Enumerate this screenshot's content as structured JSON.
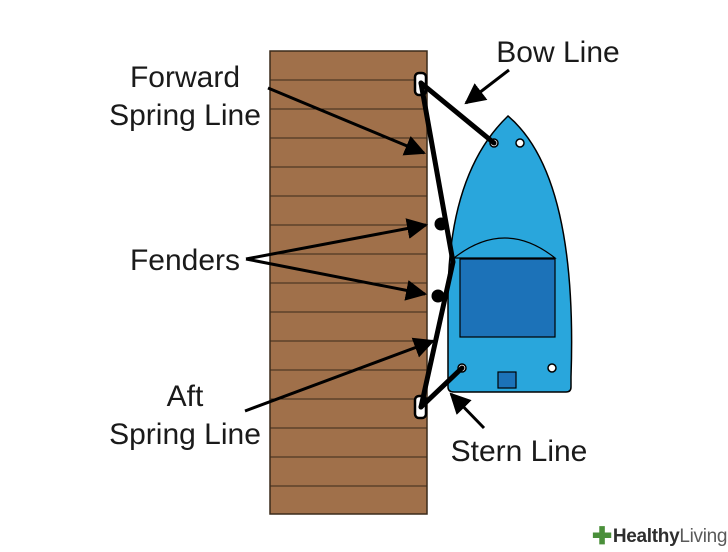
{
  "labels": {
    "bow_line": "Bow Line",
    "forward_spring_line_1": "Forward",
    "forward_spring_line_2": "Spring Line",
    "fenders": "Fenders",
    "aft_spring_line_1": "Aft",
    "aft_spring_line_2": "Spring Line",
    "stern_line": "Stern Line"
  },
  "watermark": {
    "part1": "Healthy",
    "part2": "Living"
  },
  "colors": {
    "dock_wood": "#a0704a",
    "dock_lines": "#3a2a1a",
    "boat_hull": "#29a6dc",
    "boat_cabin": "#1c72b8",
    "rope": "#000000"
  }
}
